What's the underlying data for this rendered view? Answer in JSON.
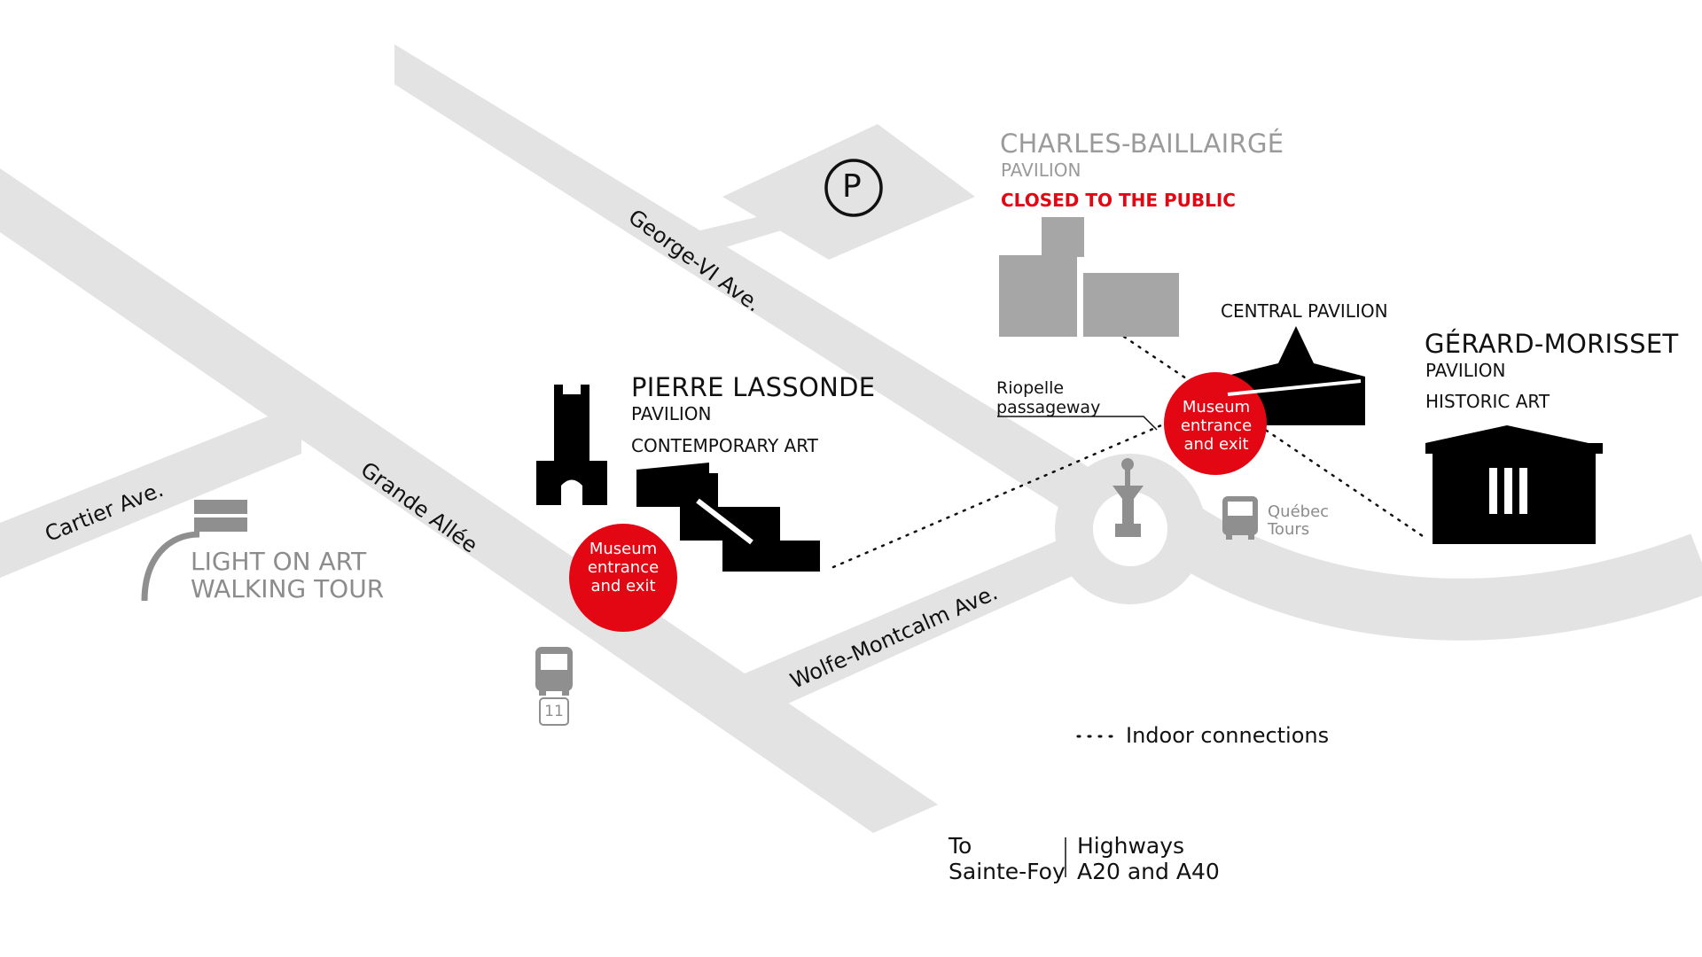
{
  "streets": {
    "george_vi": "George-VI Ave.",
    "grande_allee": "Grande Allée",
    "cartier": "Cartier Ave.",
    "wolfe_montcalm": "Wolfe-Montcalm Ave."
  },
  "pavilions": {
    "charles_baillairge": {
      "name": "CHARLES-BAILLAIRGÉ",
      "type": "PAVILION",
      "status": "CLOSED TO THE PUBLIC"
    },
    "pierre_lassonde": {
      "name": "PIERRE LASSONDE",
      "type": "PAVILION",
      "subtitle": "CONTEMPORARY ART"
    },
    "central": {
      "name": "CENTRAL PAVILION"
    },
    "gerard_morisset": {
      "name": "GÉRARD-MORISSET",
      "type": "PAVILION",
      "subtitle": "HISTORIC ART"
    }
  },
  "entrances": {
    "lassonde": [
      "Museum",
      "entrance",
      "and exit"
    ],
    "central": [
      "Museum",
      "entrance",
      "and exit"
    ]
  },
  "passageway": [
    "Riopelle",
    "passageway"
  ],
  "walking_tour": [
    "LIGHT ON ART",
    "WALKING TOUR"
  ],
  "parking_symbol": "P",
  "bus_route": "11",
  "quebec_tours": [
    "Québec",
    "Tours"
  ],
  "legend": {
    "indoor_connections": "Indoor connections"
  },
  "destinations": {
    "sainte_foy": [
      "To",
      "Sainte-Foy"
    ],
    "highways": [
      "Highways",
      "A20 and A40"
    ]
  },
  "colors": {
    "road": "#e3e3e3",
    "accent_red": "#e30613",
    "closed_building": "#a6a6a6",
    "building": "#000000",
    "muted_text": "#8c8c8c"
  },
  "icons": {
    "parking": "parking-icon",
    "bus": "bus-icon",
    "monument": "monument-icon",
    "walking_tour": "walking-tour-icon"
  }
}
